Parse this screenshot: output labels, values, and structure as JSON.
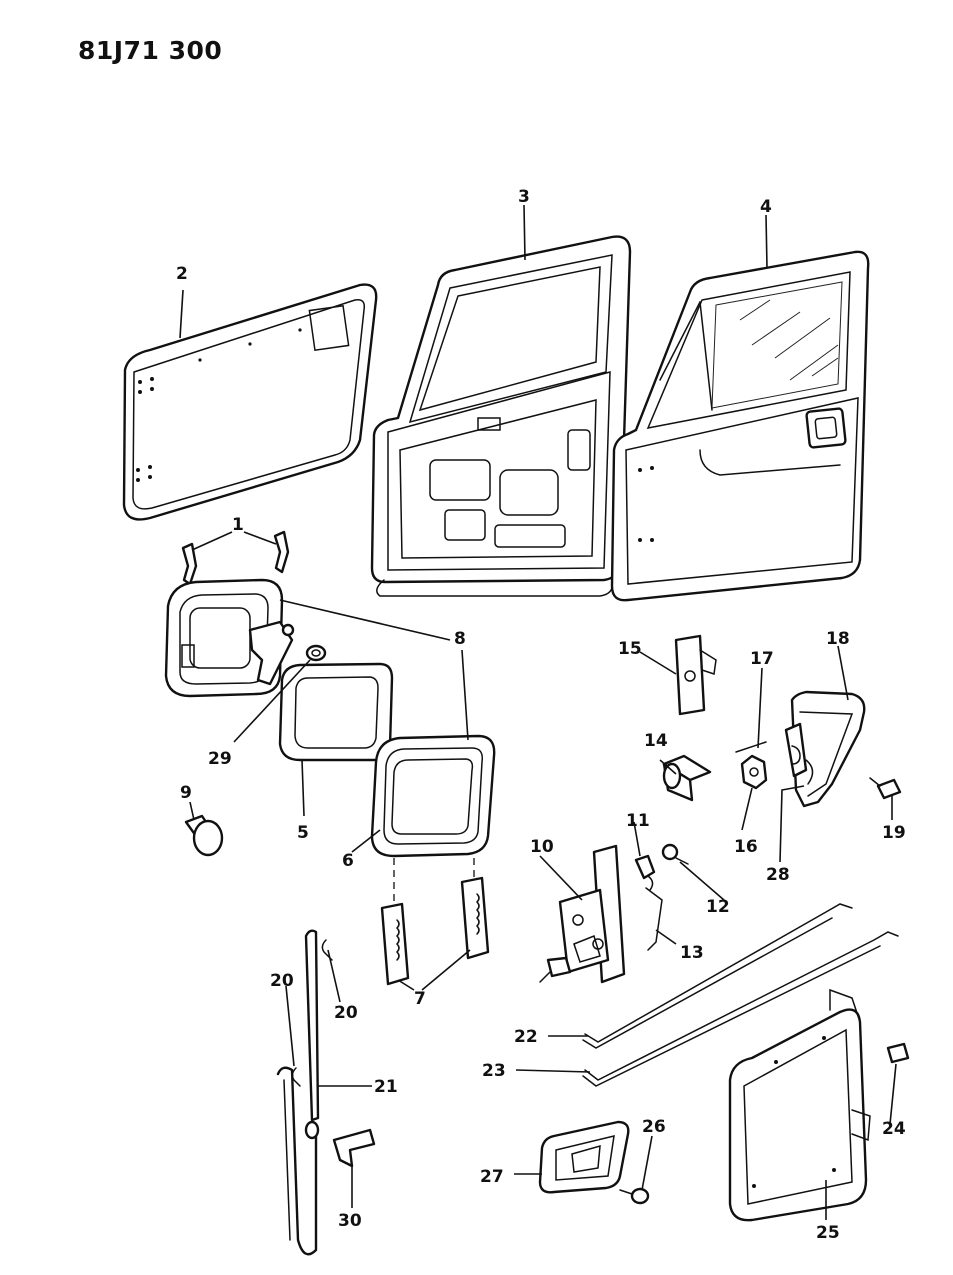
{
  "diagram": {
    "reference_code": "81J71 300",
    "callouts": [
      "1",
      "2",
      "3",
      "4",
      "5",
      "6",
      "7",
      "8",
      "9",
      "10",
      "11",
      "12",
      "13",
      "14",
      "15",
      "16",
      "17",
      "18",
      "19",
      "20",
      "20",
      "21",
      "22",
      "23",
      "24",
      "25",
      "26",
      "27",
      "28",
      "29",
      "30"
    ]
  }
}
